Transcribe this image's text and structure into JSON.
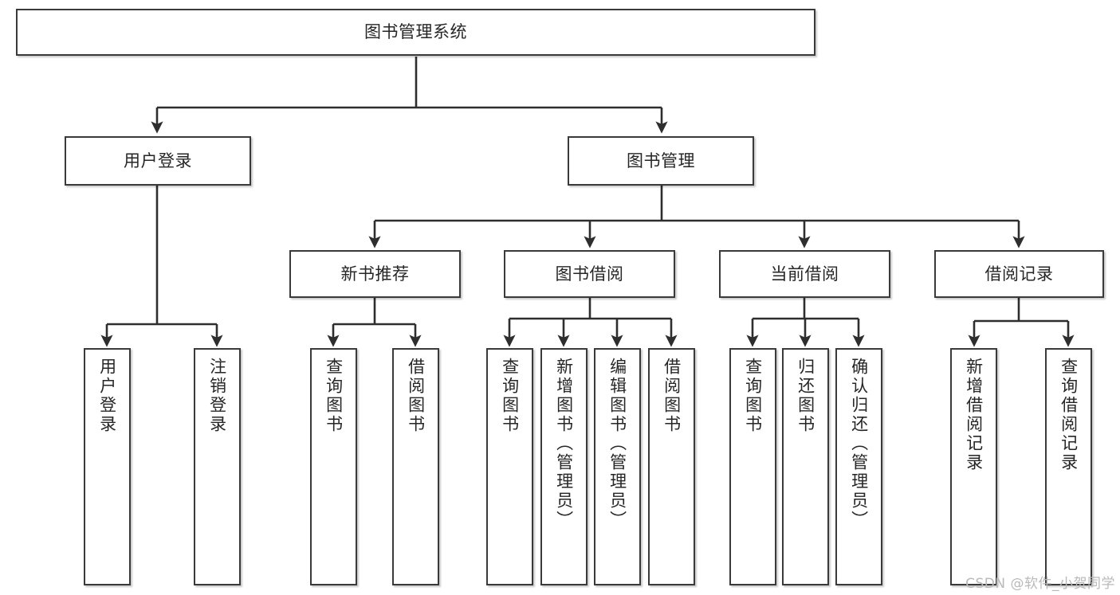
{
  "diagram": {
    "title": "图书管理系统",
    "type": "tree",
    "colors": {
      "box_border": "#3a3a3a",
      "box_fill": "#ffffff",
      "edge": "#2e2e2e",
      "text": "#262626",
      "watermark": "#b9b9b9",
      "background": "#ffffff"
    },
    "root": {
      "label": "图书管理系统"
    },
    "level2": [
      {
        "label": "用户登录"
      },
      {
        "label": "图书管理"
      }
    ],
    "level3": [
      {
        "label": "新书推荐"
      },
      {
        "label": "图书借阅"
      },
      {
        "label": "当前借阅"
      },
      {
        "label": "借阅记录"
      }
    ],
    "leaves_user_login": [
      {
        "label": "用户登录"
      },
      {
        "label": "注销登录"
      }
    ],
    "leaves_new_books": [
      {
        "label": "查询图书"
      },
      {
        "label": "借阅图书"
      }
    ],
    "leaves_book_borrow": [
      {
        "label": "查询图书"
      },
      {
        "label": "新增图书（管理员）"
      },
      {
        "label": "编辑图书（管理员）"
      },
      {
        "label": "借阅图书"
      }
    ],
    "leaves_current_borrow": [
      {
        "label": "查询图书"
      },
      {
        "label": "归还图书"
      },
      {
        "label": "确认归还（管理员）"
      }
    ],
    "leaves_borrow_record": [
      {
        "label": "新增借阅记录"
      },
      {
        "label": "查询借阅记录"
      }
    ]
  },
  "watermark": {
    "text": "CSDN @软件_小贺同学"
  }
}
